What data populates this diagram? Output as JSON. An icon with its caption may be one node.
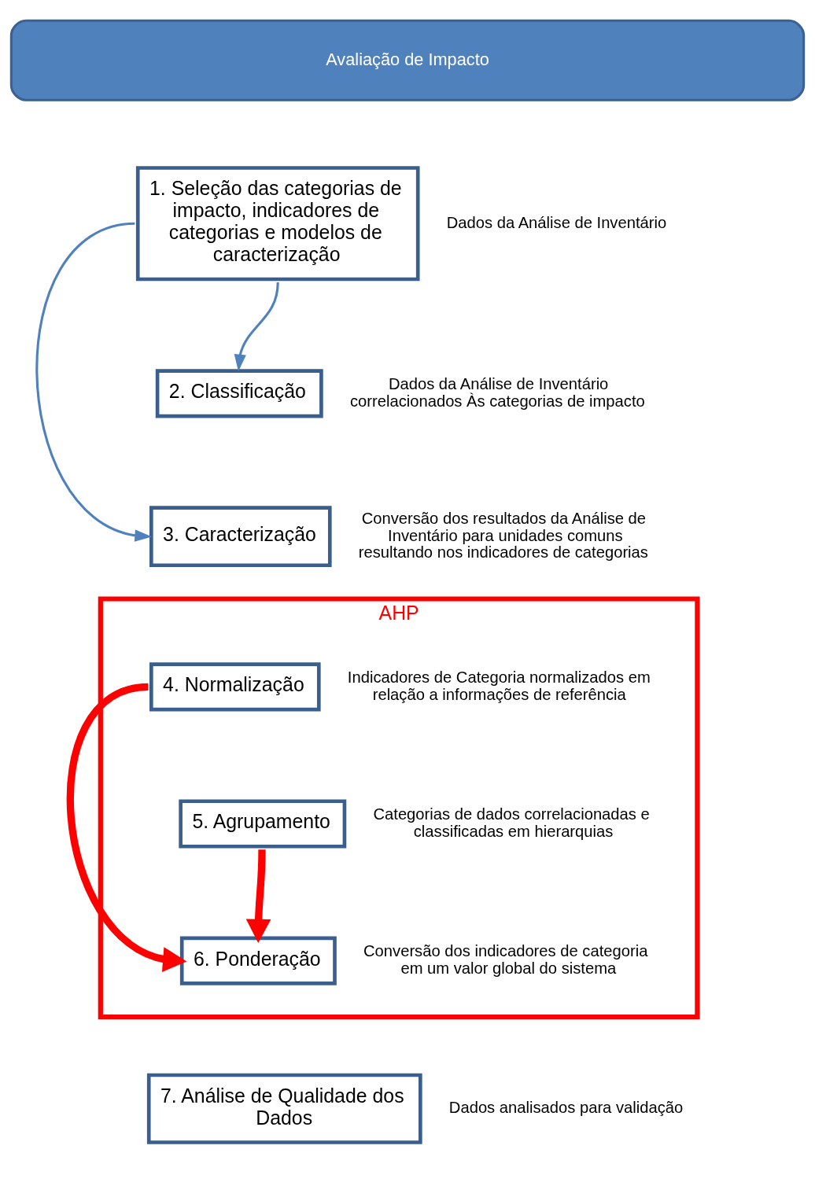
{
  "diagram": {
    "nodes": [
      {
        "text": [
          "Avaliação de Impacto"
        ]
      },
      {
        "text": [
          "1. Seleção das categorias de impacto, indicadores de categorias e modelos de caracterização"
        ],
        "beside": [
          "Dados da Análise de Inventário"
        ]
      },
      {
        "text": [
          "2. Classificação"
        ],
        "beside": [
          "Dados da Análise de Inventário correlacionados Às categorias de impacto"
        ]
      },
      {
        "text": [
          "3. Caracterização"
        ],
        "beside": [
          "Conversão dos resultados da Análise de Inventário para unidades comuns resultando nos indicadores de categorias"
        ]
      },
      {
        "text": [
          "AHP"
        ]
      },
      {
        "text": [
          "4. Normalização"
        ],
        "in": 4,
        "beside": [
          "Indicadores de Categoria normalizados em relação a informações de referência"
        ]
      },
      {
        "text": [
          "5. Agrupamento"
        ],
        "in": 4,
        "beside": [
          "Categorias de dados correlacionadas e classificadas em hierarquias"
        ]
      },
      {
        "text": [
          "6. Ponderação"
        ],
        "in": 4,
        "beside": [
          "Conversão dos indicadores de categoria em um valor global do sistema"
        ]
      },
      {
        "text": [
          "7. Análise de Qualidade dos Dados"
        ],
        "beside": [
          "Dados analisados para validação"
        ]
      }
    ],
    "edges": [
      {
        "from": 1,
        "to": 3,
        "arrow": "to"
      },
      {
        "from": 1,
        "to": 2,
        "arrow": "to"
      },
      {
        "from": 5,
        "to": 7,
        "arrow": "to",
        "style": "thick",
        "color": "#ff0000"
      },
      {
        "from": 6,
        "to": 7,
        "arrow": "to",
        "style": "thick",
        "color": "#ff0000"
      }
    ]
  }
}
